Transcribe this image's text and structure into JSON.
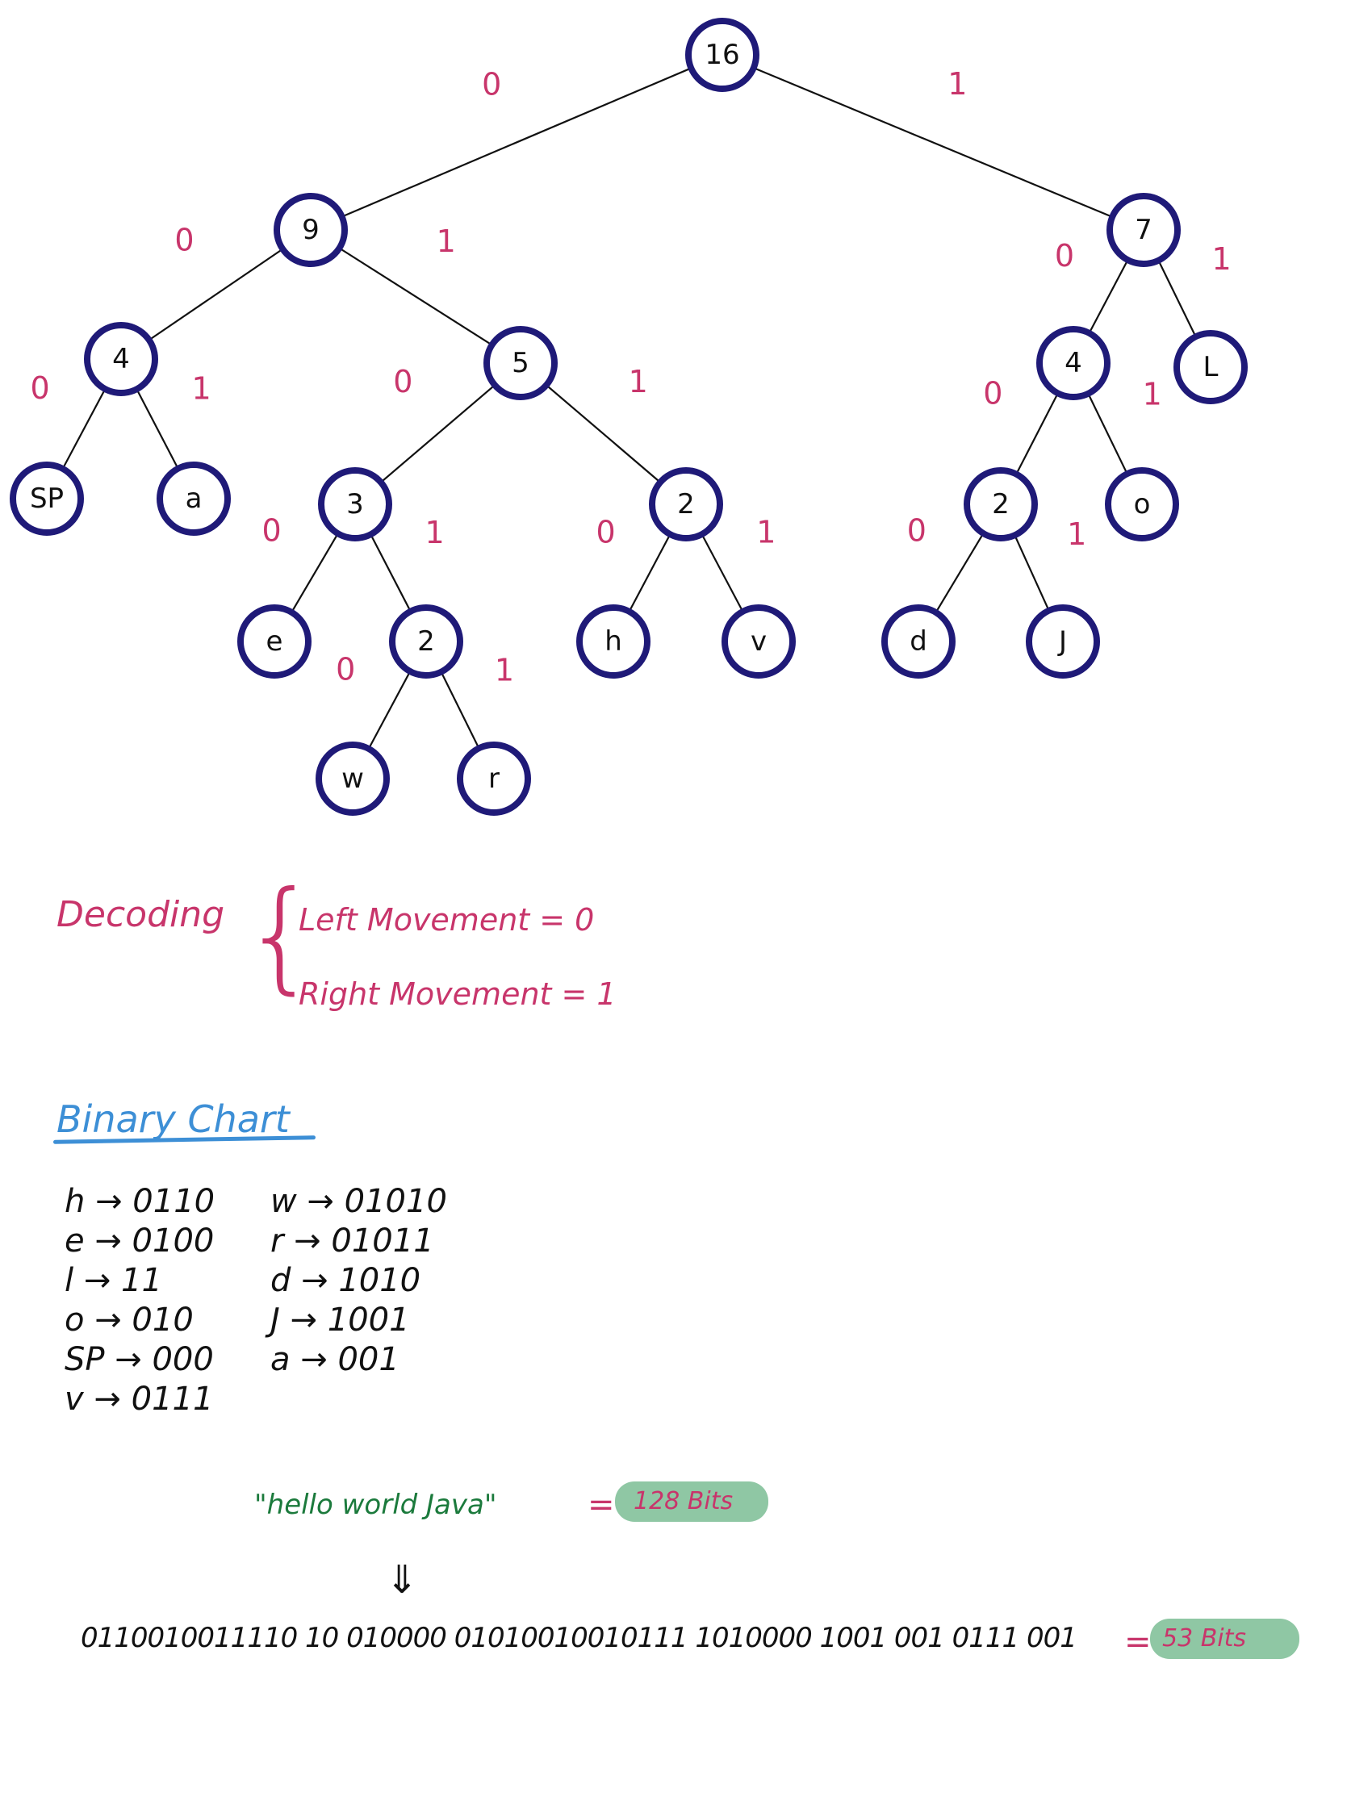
{
  "tree": {
    "nodes": [
      {
        "id": "root",
        "label": "16"
      },
      {
        "id": "n9",
        "label": "9"
      },
      {
        "id": "n7",
        "label": "7"
      },
      {
        "id": "n4a",
        "label": "4"
      },
      {
        "id": "n5",
        "label": "5"
      },
      {
        "id": "n4b",
        "label": "4"
      },
      {
        "id": "leafL",
        "label": "L"
      },
      {
        "id": "leafSP",
        "label": "SP"
      },
      {
        "id": "leafA",
        "label": "a"
      },
      {
        "id": "n3",
        "label": "3"
      },
      {
        "id": "n2a",
        "label": "2"
      },
      {
        "id": "n2b",
        "label": "2"
      },
      {
        "id": "leafO",
        "label": "o"
      },
      {
        "id": "leafE",
        "label": "e"
      },
      {
        "id": "n2c",
        "label": "2"
      },
      {
        "id": "leafH",
        "label": "h"
      },
      {
        "id": "leafV",
        "label": "v"
      },
      {
        "id": "leafD",
        "label": "d"
      },
      {
        "id": "leafJ",
        "label": "J"
      },
      {
        "id": "leafW",
        "label": "w"
      },
      {
        "id": "leafR",
        "label": "r"
      }
    ],
    "edges": [
      {
        "from": "root",
        "to": "n9",
        "bit": "0"
      },
      {
        "from": "root",
        "to": "n7",
        "bit": "1"
      },
      {
        "from": "n9",
        "to": "n4a",
        "bit": "0"
      },
      {
        "from": "n9",
        "to": "n5",
        "bit": "1"
      },
      {
        "from": "n7",
        "to": "n4b",
        "bit": "0"
      },
      {
        "from": "n7",
        "to": "leafL",
        "bit": "1"
      },
      {
        "from": "n4a",
        "to": "leafSP",
        "bit": "0"
      },
      {
        "from": "n4a",
        "to": "leafA",
        "bit": "1"
      },
      {
        "from": "n5",
        "to": "n3",
        "bit": "0"
      },
      {
        "from": "n5",
        "to": "n2a",
        "bit": "1"
      },
      {
        "from": "n4b",
        "to": "n2b",
        "bit": "0"
      },
      {
        "from": "n4b",
        "to": "leafO",
        "bit": "1"
      },
      {
        "from": "n3",
        "to": "leafE",
        "bit": "0"
      },
      {
        "from": "n3",
        "to": "n2c",
        "bit": "1"
      },
      {
        "from": "n2a",
        "to": "leafH",
        "bit": "0"
      },
      {
        "from": "n2a",
        "to": "leafV",
        "bit": "1"
      },
      {
        "from": "n2b",
        "to": "leafD",
        "bit": "0"
      },
      {
        "from": "n2b",
        "to": "leafJ",
        "bit": "1"
      },
      {
        "from": "n2c",
        "to": "leafW",
        "bit": "0"
      },
      {
        "from": "n2c",
        "to": "leafR",
        "bit": "1"
      }
    ]
  },
  "decoding": {
    "title": "Decoding",
    "brace": "{",
    "left_rule": "Left Movement = 0",
    "right_rule": "Right Movement = 1"
  },
  "binary_chart": {
    "title": "Binary Chart",
    "column1": [
      "h → 0110",
      "e → 0100",
      "l → 11",
      "o → 010",
      "SP → 000",
      "v → 0111"
    ],
    "column2": [
      "w → 01010",
      "r → 01011",
      "d → 1010",
      "J → 1001",
      "a → 001"
    ]
  },
  "encoding": {
    "message": "\"hello world Java\"",
    "equals": "=",
    "original_bits": "128 Bits",
    "arrow": "⇓",
    "encoded": "0110010011110 10 010000 01010010010111 1010000 1001 001 0111 001",
    "encoded_bits": "53 Bits"
  },
  "colors": {
    "node_stroke": "#1f1a78",
    "bit_label": "#c8356b",
    "chart_title": "#3d8fd6",
    "message_text": "#1b7a3c",
    "highlight": "#8fc7a4"
  }
}
